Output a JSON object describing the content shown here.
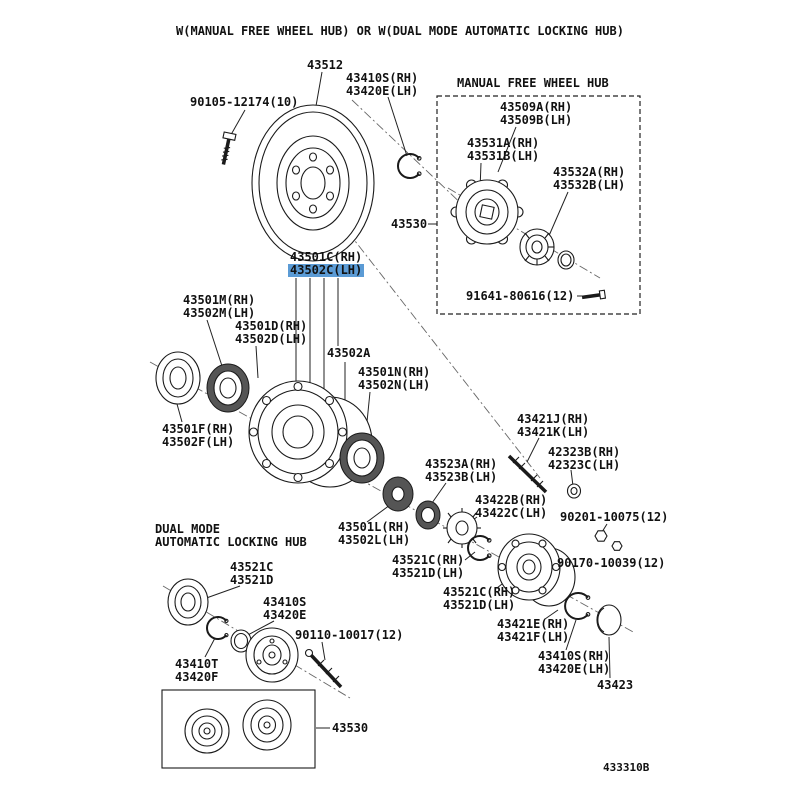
{
  "page": {
    "title": "W(MANUAL FREE WHEEL HUB) OR W(DUAL MODE AUTOMATIC LOCKING HUB)",
    "figure_code": "433310B",
    "highlight_color": "#5b9bd5"
  },
  "sections": {
    "manual_hub_box_title": "MANUAL FREE WHEEL HUB",
    "dual_mode_title_line1": "DUAL MODE",
    "dual_mode_title_line2": "AUTOMATIC LOCKING HUB"
  },
  "parts": {
    "p43512": "43512",
    "p90105": "90105-12174(10)",
    "p43410s_top_rh": "43410S(RH)",
    "p43420e_top_lh": "43420E(LH)",
    "p43509a": "43509A(RH)",
    "p43509b": "43509B(LH)",
    "p43531a": "43531A(RH)",
    "p43531b": "43531B(LH)",
    "p43532a": "43532A(RH)",
    "p43532b": "43532B(LH)",
    "p91641": "91641-80616(12)",
    "p43530_top": "43530",
    "p43501c": "43501C(RH)",
    "p43502c": "43502C(LH)",
    "p43501m": "43501M(RH)",
    "p43502m": "43502M(LH)",
    "p43501d": "43501D(RH)",
    "p43502d": "43502D(LH)",
    "p43502a": "43502A",
    "p43501n": "43501N(RH)",
    "p43502n": "43502N(LH)",
    "p43501f": "43501F(RH)",
    "p43502f": "43502F(LH)",
    "p43421j": "43421J(RH)",
    "p43421k": "43421K(LH)",
    "p42323b": "42323B(RH)",
    "p42323c": "42323C(LH)",
    "p43523a": "43523A(RH)",
    "p43523b": "43523B(LH)",
    "p43422b": "43422B(RH)",
    "p43422c": "43422C(LH)",
    "p90201": "90201-10075(12)",
    "p43501l": "43501L(RH)",
    "p43502l": "43502L(LH)",
    "p43521c_1": "43521C(RH)",
    "p43521d_1": "43521D(LH)",
    "p90170": "90170-10039(12)",
    "p43521c_2": "43521C(RH)",
    "p43521d_2": "43521D(LH)",
    "p43421e": "43421E(RH)",
    "p43421f": "43421F(LH)",
    "p43410s_bot_rh": "43410S(RH)",
    "p43420e_bot_lh": "43420E(LH)",
    "p43423": "43423",
    "p43521c_dm": "43521C",
    "p43521d_dm": "43521D",
    "p43410s_dm": "43410S",
    "p43420e_dm": "43420E",
    "p90110": "90110-10017(12)",
    "p43410t": "43410T",
    "p43420f": "43420F",
    "p43530_bottom": "43530"
  }
}
